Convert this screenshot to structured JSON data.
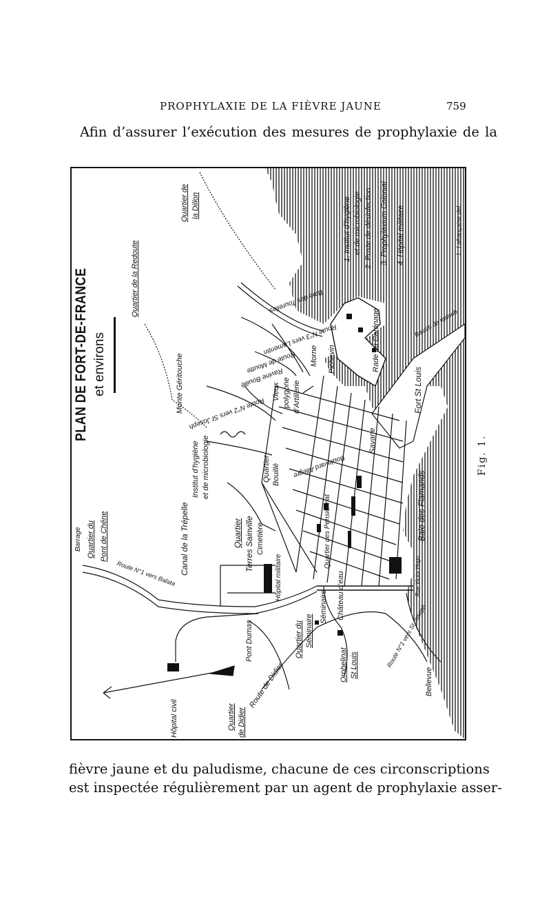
{
  "header": {
    "running_title": "PROPHYLAXIE DE LA FIÈVRE JAUNE",
    "page_number": "759"
  },
  "text_before": "Afin d’assurer l’exécution des mesures de prophylaxie de la",
  "text_after": [
    "fièvre jaune et du paludisme, chacune de ces circonscriptions",
    "est inspectée régulièrement par un agent de prophylaxie asser-"
  ],
  "figure_caption": "Fig. 1.",
  "map": {
    "title": "PLAN DE FORT-DE-FRANCE",
    "subtitle": "et environs",
    "legend": [
      "1. Institut d’hygiène",
      "et de microbiologie",
      "2. Poste de désinfection",
      "3. Prophylaxium Colonial",
      "4. Hôpital militaire"
    ],
    "credit": "L. Lafrançaise del.",
    "labels": [
      "Quartier de la Redoute",
      "Quartier de",
      "la Dillon",
      "Monte Géritouche",
      "Institut d’hygiène",
      "et de microbiologie",
      "Canal de la Trépelle",
      "Quartier",
      "Terres Sainville",
      "Cimetière",
      "Barrage",
      "Quartier du",
      "Pont de Chêne",
      "Route N°1 vers Balata",
      "Hôpital civil",
      "Quartier",
      "de Didier",
      "Route de Didier",
      "Pont Dumas",
      "Quartier du",
      "Séminaire",
      "Séminaire",
      "Orphelinat",
      "St Louis",
      "Château d’eau",
      "Route N°1 vers St Joseph",
      "Bellevue",
      "Baie des Flamands",
      "Fort St Louis",
      "Rade du Carénage",
      "Bassin de radoub",
      "Route N°3 vers Lamentin",
      "Baie des Tourelles",
      "Route de Moutte",
      "Ravine Bouillé",
      "Morne",
      "Pichevin",
      "Vieux",
      "polygone",
      "d’Artillerie",
      "Route N°2 vers St Joseph",
      "Quartier",
      "Bouillé",
      "Boulevard Allègre",
      "Savane",
      "Quartier des Pensionnat",
      "Hôpital militaire",
      "Rue Victor Hugo"
    ]
  }
}
